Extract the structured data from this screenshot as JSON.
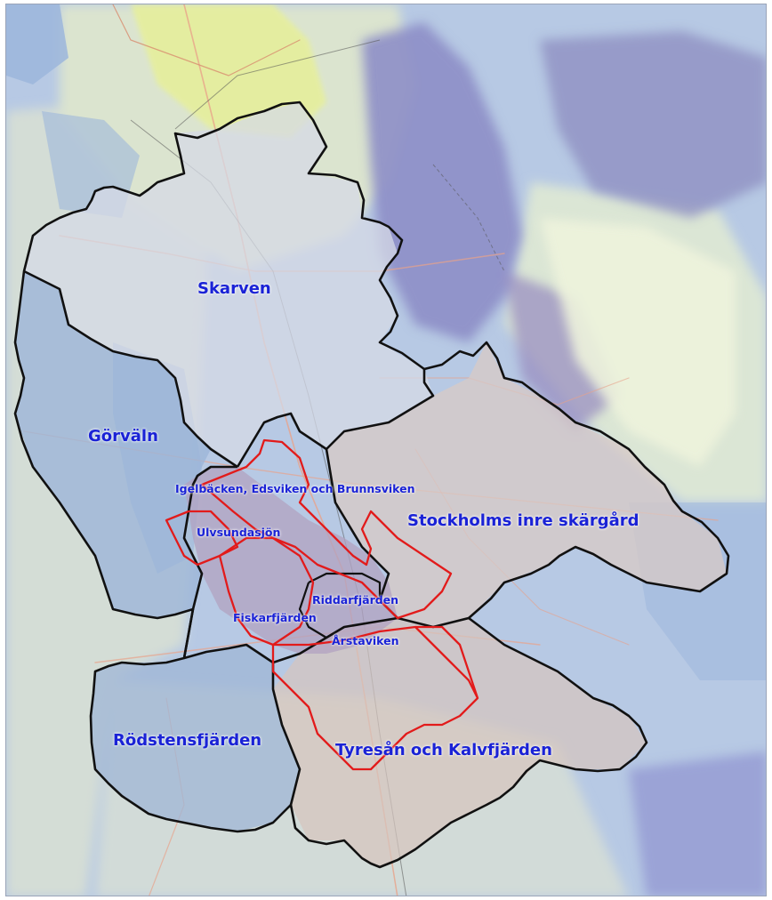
{
  "map": {
    "colors": {
      "water": "#b7c9e4",
      "land": "#d6e2d4",
      "lake": "#9fb8dc",
      "highland": "#8f90c4",
      "urban_yellow": "#e6ef9c",
      "catchment_fill": "#d5d9e6",
      "gorvaln_fill": "#9cb5d8",
      "inre_fill": "#d8c9c6",
      "tyresan_fill": "#d6c4be",
      "central_fill": "#b2a2c0",
      "boundary_line": "#111111",
      "red_line": "#e21b1b",
      "label_color": "#1a22d6"
    },
    "labels": {
      "skarven": "Skarven",
      "gorvaln": "Görväln",
      "igelbacken": "Igelbäcken, Edsviken och Brunnsviken",
      "ulvsunda": "Ulvsundasjön",
      "inre": "Stockholms inre skärgård",
      "riddarfjarden": "Riddarfjärden",
      "fiskarfjarden": "Fiskarfjärden",
      "arstaviken": "Årstaviken",
      "rodstens": "Rödstensfjärden",
      "tyresan": "Tyresån och Kalvfjärden"
    }
  }
}
